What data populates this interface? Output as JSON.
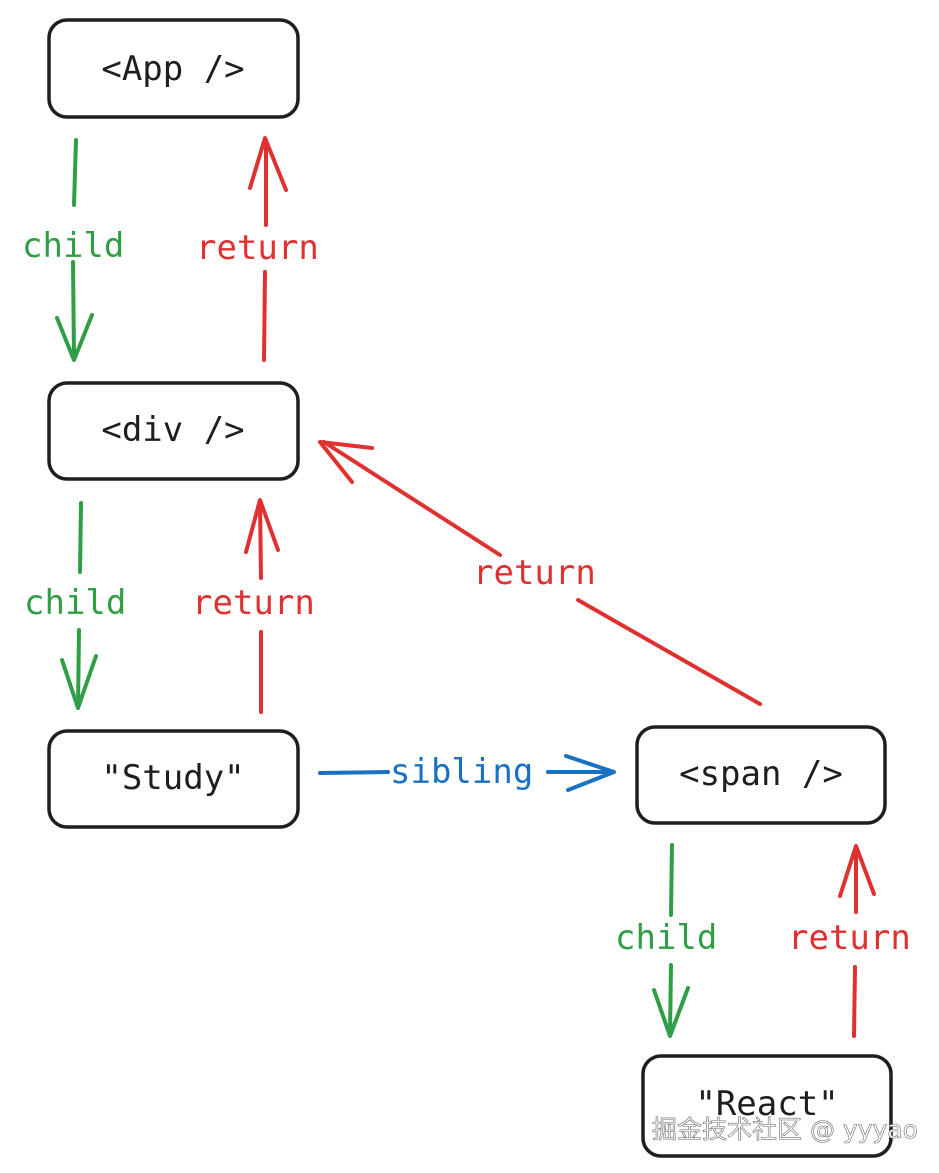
{
  "nodes": {
    "app": "<App />",
    "div": "<div />",
    "study": "\"Study\"",
    "span": "<span />",
    "react": "\"React\""
  },
  "edges": {
    "app_div_child": "child",
    "div_app_return": "return",
    "div_study_child": "child",
    "study_div_return": "return",
    "span_div_return": "return",
    "study_span_sibling": "sibling",
    "span_react_child": "child",
    "react_span_return": "return"
  },
  "colors": {
    "child": "#2f9e44",
    "return": "#e03131",
    "sibling": "#1971c2",
    "node_border": "#1e1e1e"
  },
  "watermark": "掘金技术社区 @ yyyao"
}
